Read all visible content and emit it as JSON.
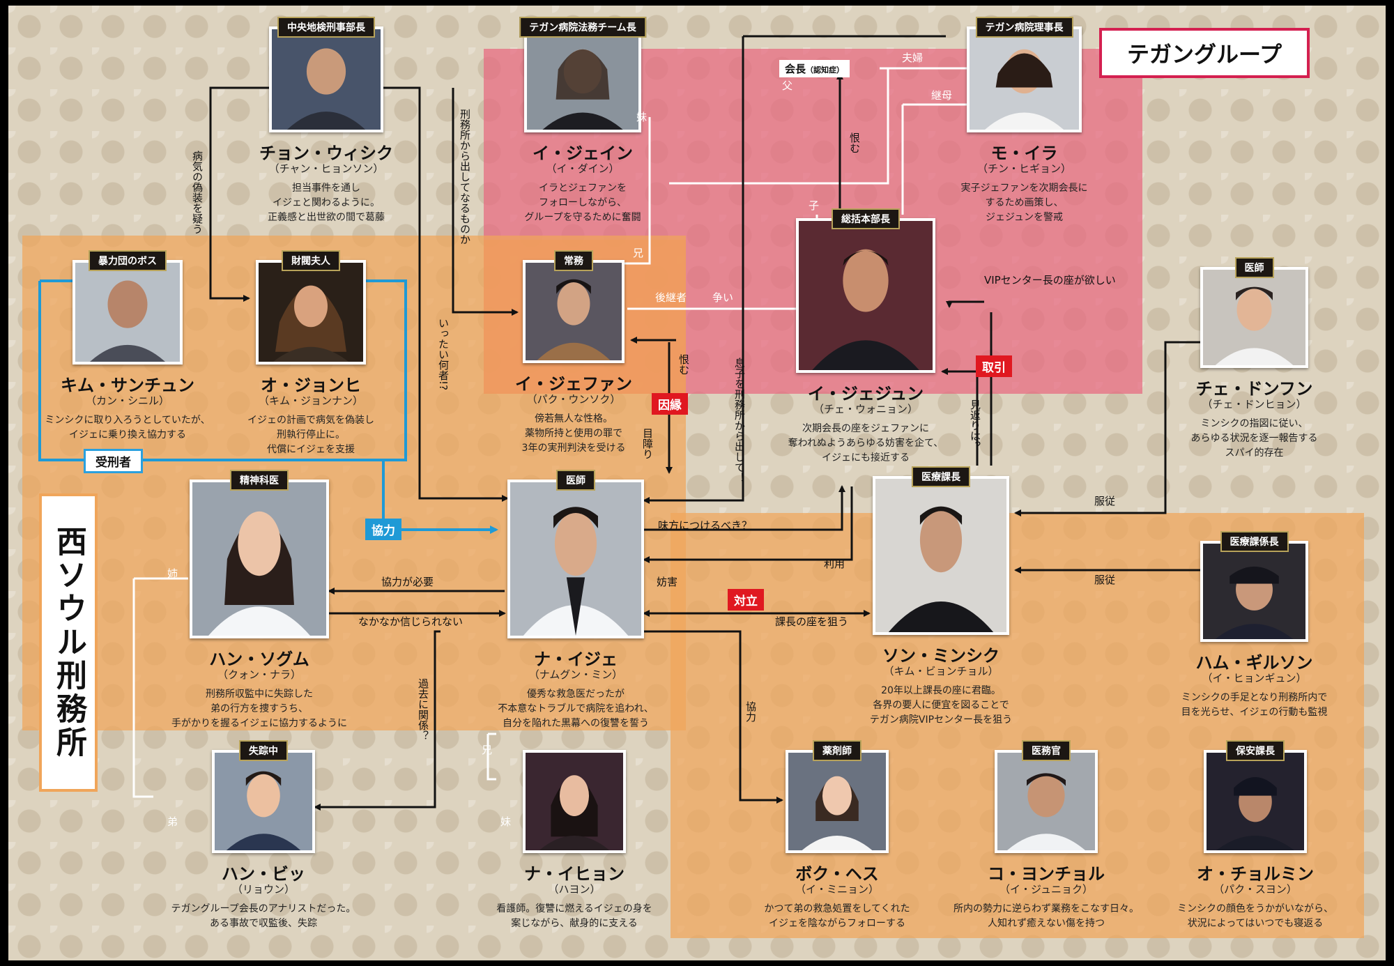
{
  "groups": {
    "taegang": {
      "label": "テガングループ",
      "color": "#e86880"
    },
    "prison": {
      "label": "西ソウル刑務所",
      "color": "#f0a55a"
    },
    "inmates": {
      "label": "受刑者",
      "color": "#2aa0de"
    }
  },
  "characters": {
    "jeong": {
      "role": "中央地検刑事部長",
      "name": "チョン・ウィシク",
      "actor": "（チャン・ヒョンソン）",
      "desc": [
        "担当事件を通し",
        "イジェと関わるように。",
        "正義感と出世欲の間で葛藤"
      ]
    },
    "jane": {
      "role": "テガン病院法務チーム長",
      "name": "イ・ジェイン",
      "actor": "（イ・ダイン）",
      "desc": [
        "イラとジェファンを",
        "フォローしながら、",
        "グループを守るために奮闘"
      ]
    },
    "chairman": {
      "role": "会長",
      "role_note": "（認知症）"
    },
    "moira": {
      "role": "テガン病院理事長",
      "name": "モ・イラ",
      "actor": "（チン・ヒギョン）",
      "desc": [
        "実子ジェファンを次期会長に",
        "するため画策し、",
        "ジェジュンを警戒"
      ]
    },
    "jejun": {
      "role": "総括本部長",
      "name": "イ・ジェジュン",
      "actor": "（チェ・ウォニョン）",
      "desc": [
        "次期会長の座をジェファンに",
        "奪われぬようあらゆる妨害を企て、",
        "イジェにも接近する"
      ]
    },
    "kim": {
      "role": "暴力団のボス",
      "name": "キム・サンチュン",
      "actor": "（カン・シニル）",
      "desc": [
        "ミンシクに取り入ろうとしていたが、",
        "イジェに乗り換え協力する"
      ]
    },
    "oh": {
      "role": "財閥夫人",
      "name": "オ・ジョンヒ",
      "actor": "（キム・ジョンナン）",
      "desc": [
        "イジェの計画で病気を偽装し",
        "刑執行停止に。",
        "代償にイジェを支援"
      ]
    },
    "jefan": {
      "role": "常務",
      "name": "イ・ジェファン",
      "actor": "（パク・ウンソク）",
      "desc": [
        "傍若無人な性格。",
        "薬物所持と使用の罪で",
        "3年の実刑判決を受ける"
      ]
    },
    "choi": {
      "role": "医師",
      "name": "チェ・ドンフン",
      "actor": "（チェ・ドンヒョン）",
      "desc": [
        "ミンシクの指図に従い、",
        "あらゆる状況を逐一報告する",
        "スパイ的存在"
      ]
    },
    "han": {
      "role": "精神科医",
      "name": "ハン・ソグム",
      "actor": "（クォン・ナラ）",
      "desc": [
        "刑務所収監中に失踪した",
        "弟の行方を捜すうち、",
        "手がかりを握るイジェに協力するように"
      ]
    },
    "naije": {
      "role": "医師",
      "name": "ナ・イジェ",
      "actor": "（ナムグン・ミン）",
      "desc": [
        "優秀な救急医だったが",
        "不本意なトラブルで病院を追われ、",
        "自分を陥れた黒幕への復讐を誓う"
      ]
    },
    "son": {
      "role": "医療課長",
      "name": "ソン・ミンシク",
      "actor": "（キム・ビョンチョル）",
      "desc": [
        "20年以上課長の座に君臨。",
        "各界の要人に便宜を図ることで",
        "テガン病院VIPセンター長を狙う"
      ]
    },
    "ham": {
      "role": "医療課係長",
      "name": "ハム・ギルソン",
      "actor": "（イ・ヒョンギュン）",
      "desc": [
        "ミンシクの手足となり刑務所内で",
        "目を光らせ、イジェの行動も監視"
      ]
    },
    "hanbit": {
      "role": "失踪中",
      "name": "ハン・ビッ",
      "actor": "（リョウン）",
      "desc": [
        "テガングループ会長のアナリストだった。",
        "ある事故で収監後、失踪"
      ]
    },
    "naihyon": {
      "role": "",
      "name": "ナ・イヒョン",
      "actor": "（ハヨン）",
      "desc": [
        "看護師。復讐に燃えるイジェの身を",
        "案じながら、献身的に支える"
      ]
    },
    "bok": {
      "role": "薬剤師",
      "name": "ボク・ヘス",
      "actor": "（イ・ミニョン）",
      "desc": [
        "かつて弟の救急処置をしてくれた",
        "イジェを陰ながらフォローする"
      ]
    },
    "ko": {
      "role": "医務官",
      "name": "コ・ヨンチョル",
      "actor": "（イ・ジュニョク）",
      "desc": [
        "所内の勢力に逆らわず業務をこなす日々。",
        "人知れず癒えない傷を持つ"
      ]
    },
    "ochol": {
      "role": "保安課長",
      "name": "オ・チョルミン",
      "actor": "（パク・スヨン）",
      "desc": [
        "ミンシクの顔色をうかがいながら、",
        "状況によってはいつでも寝返る"
      ]
    }
  },
  "relations": {
    "fuufu": "夫婦",
    "chichi": "父",
    "keibo": "継母",
    "uramu": "恨む",
    "ko": "子",
    "imouto1": "妹",
    "ani": "兄",
    "kokeisha": "後継者",
    "arasoi": "争い",
    "vip": "VIPセンター長の座が欲しい",
    "torihiki": "取引",
    "mikaeri": "見返りは？",
    "uramu2": "恨む",
    "inen": "因縁",
    "mezawari": "目障り",
    "musuko": "息子を刑務所から出して！",
    "itai": "いったい何者!?",
    "keimusho": "刑務所から出してなるものか",
    "byouki": "病気の偽装を疑う",
    "fukuju1": "服従",
    "fukuju2": "服従",
    "mikata": "味方につけるべき？",
    "riyou": "利用",
    "bougai": "妨害",
    "tairitsu": "対立",
    "kachou": "課長の座を狙う",
    "kyouryoku_hitsuyou": "協力が必要",
    "shinji": "なかなか信じられない",
    "kyouryoku_blue": "協力",
    "kako": "過去に関係？",
    "kyouryoku": "協力",
    "ane": "姉",
    "otouto": "弟",
    "ani2": "兄",
    "imouto2": "妹"
  }
}
